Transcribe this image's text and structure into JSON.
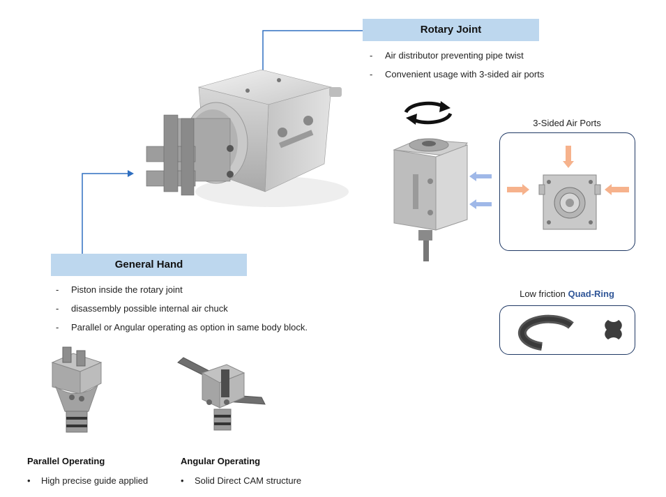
{
  "rotary_joint": {
    "title": "Rotary Joint",
    "bullets": [
      {
        "marker": "-",
        "text": "Air distributor preventing pipe twist"
      },
      {
        "marker": "-",
        "text": "Convenient usage with 3-sided air ports"
      }
    ]
  },
  "air_ports": {
    "caption": "3-Sided Air Ports"
  },
  "quad_ring": {
    "caption_prefix": "Low friction ",
    "caption_highlight": "Quad-Ring",
    "highlight_color": "#2f5597"
  },
  "general_hand": {
    "title": "General Hand",
    "bullets": [
      {
        "marker": "-",
        "text": "Piston inside the rotary joint"
      },
      {
        "marker": "-",
        "text": "disassembly possible internal air chuck"
      },
      {
        "marker": "-",
        "text": "Parallel or Angular operating as option in same body block."
      }
    ]
  },
  "parallel": {
    "title": "Parallel Operating",
    "marker": "•",
    "text": "High precise guide applied"
  },
  "angular": {
    "title": "Angular Operating",
    "marker": "•",
    "text": "Solid Direct CAM structure"
  },
  "colors": {
    "title_fill": "#bdd7ee",
    "leader_line": "#2f6fc0",
    "panel_border": "#1f3864",
    "air_in_blue": "#9fb8e8",
    "air_in_orange": "#f6b28c"
  }
}
